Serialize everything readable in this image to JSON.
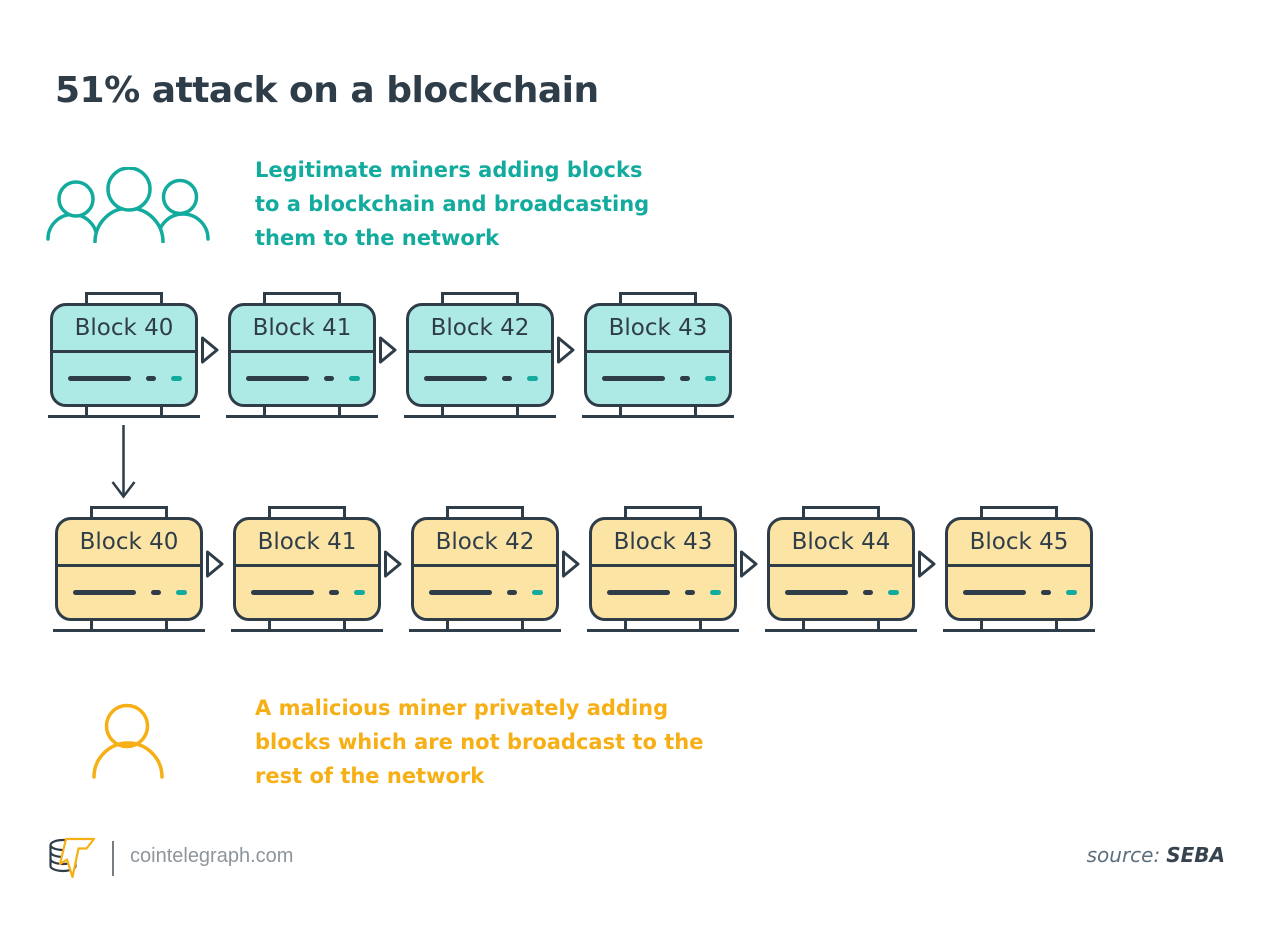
{
  "page": {
    "title": "51% attack on a blockchain"
  },
  "legend_legitimate": {
    "icon": "miners-group-icon",
    "lines": [
      "Legitimate miners adding blocks",
      "to a blockchain and broadcasting",
      "them to the network"
    ]
  },
  "legend_malicious": {
    "icon": "miner-single-icon",
    "lines": [
      "A malicious miner privately adding",
      "blocks which are not broadcast to the",
      "rest of the network"
    ]
  },
  "chain_public": {
    "description": "legitimate broadcast chain",
    "blocks": [
      {
        "label": "Block 40"
      },
      {
        "label": "Block 41"
      },
      {
        "label": "Block 42"
      },
      {
        "label": "Block 43"
      }
    ]
  },
  "chain_private": {
    "description": "malicious private chain",
    "blocks": [
      {
        "label": "Block 40"
      },
      {
        "label": "Block 41"
      },
      {
        "label": "Block 42"
      },
      {
        "label": "Block 43"
      },
      {
        "label": "Block 44"
      },
      {
        "label": "Block 45"
      }
    ]
  },
  "footer": {
    "brand": "cointelegraph.com",
    "source_label": "source:",
    "source_value": "SEBA"
  },
  "colors": {
    "ink": "#2f3d49",
    "teal": "#12ab9d",
    "tealFill": "#aeeae5",
    "amber": "#f7af16",
    "amberFill": "#fce4a5",
    "grayText": "#8e959b",
    "divider": "#757d83",
    "sourceLabel": "#5d6f7c",
    "sourceInk": "#36434f"
  }
}
